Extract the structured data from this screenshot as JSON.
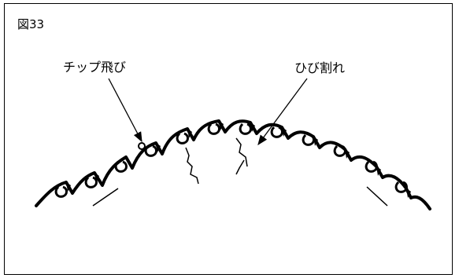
{
  "figure": {
    "label": "図33",
    "callouts": {
      "chip_missing": "チップ飛び",
      "crack": "ひび割れ"
    }
  }
}
